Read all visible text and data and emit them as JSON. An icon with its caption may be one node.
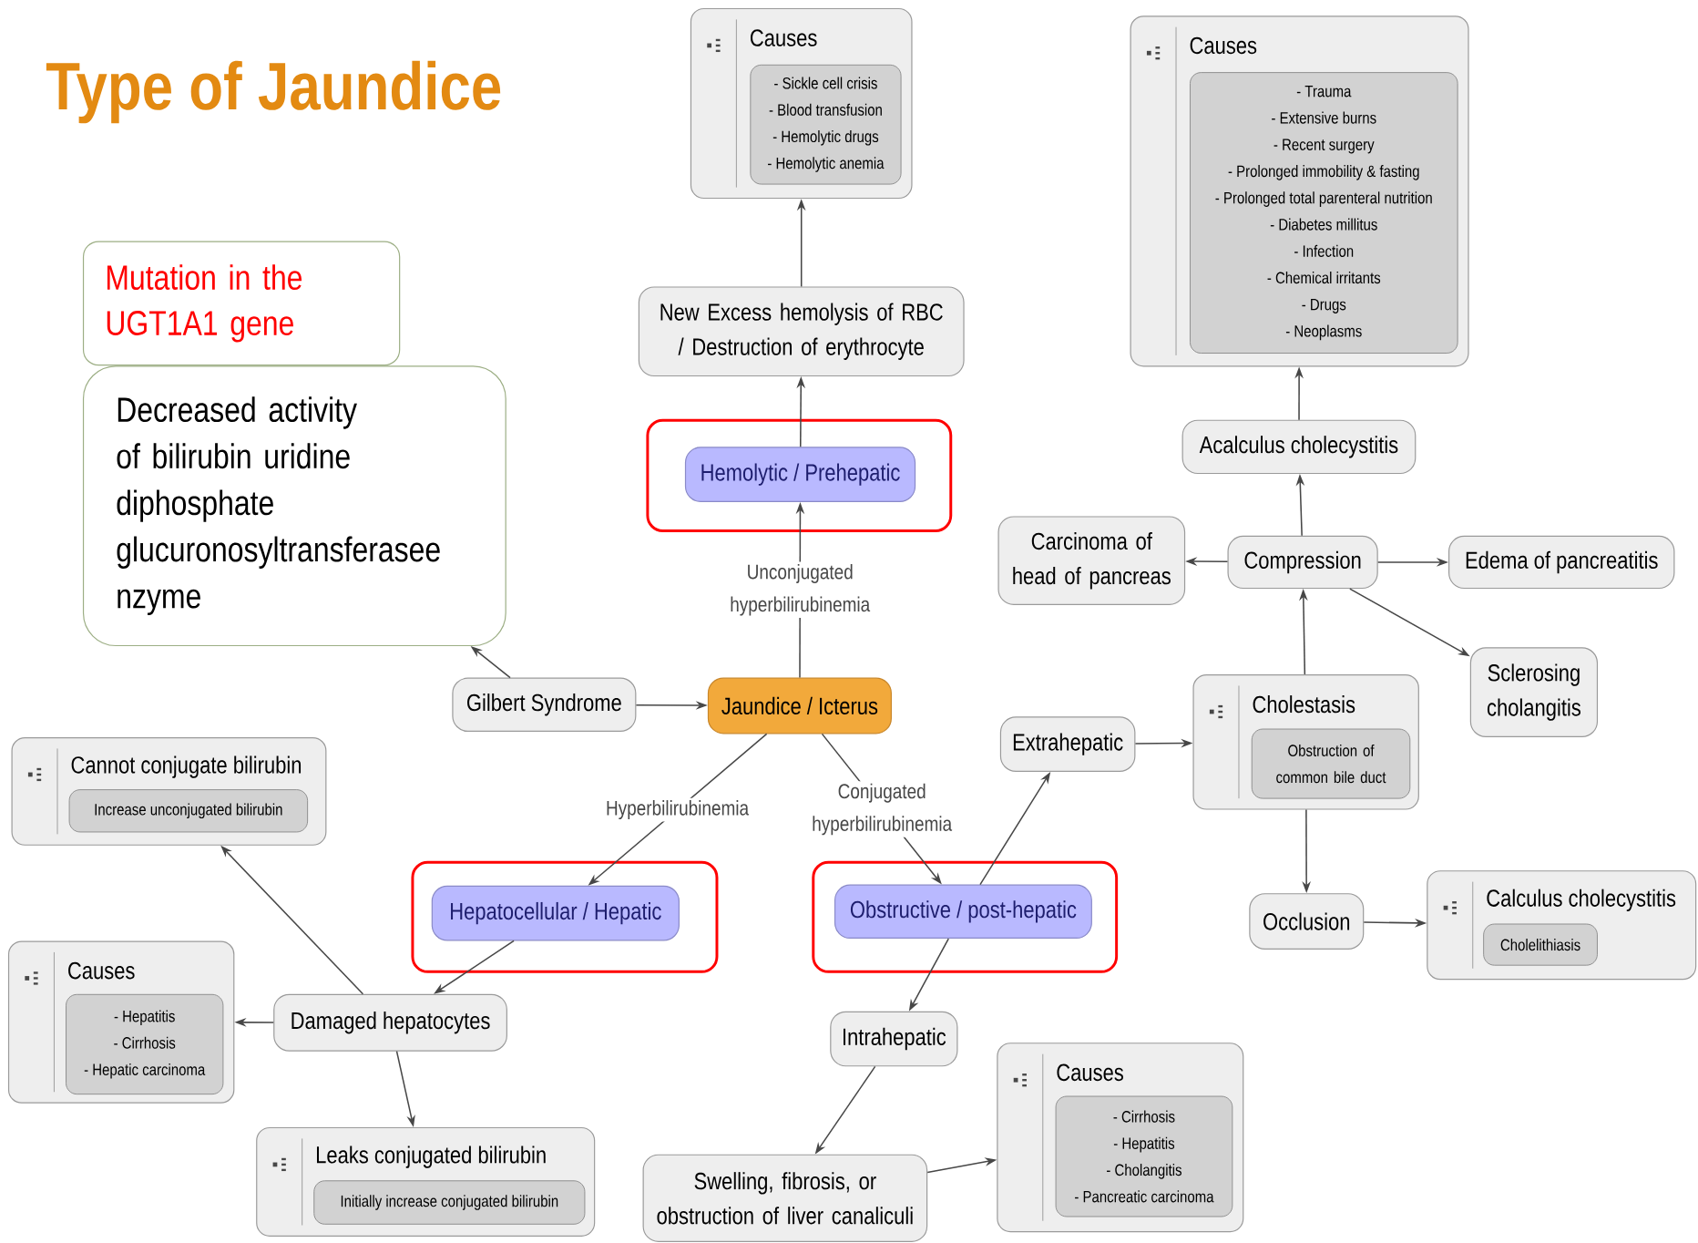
{
  "diagram": {
    "title": "Type of Jaundice",
    "nodes": [
      {
        "text": [
          "Mutation in the UGT1A1 gene"
        ]
      },
      {
        "text": [
          "Decreased activity of bilirubin uridine diphosphate glucuronosyltransferasee nzyme"
        ]
      },
      {
        "text": [
          "Causes"
        ]
      },
      {
        "text": [
          "- Sickle cell crisis",
          "- Blood transfusion",
          "- Hemolytic drugs",
          "- Hemolytic anemia"
        ],
        "in": 2
      },
      {
        "text": [
          "New Excess hemolysis of RBC / Destruction of erythrocyte"
        ]
      },
      {
        "text": [],
        "shape": "box"
      },
      {
        "text": [
          "Hemolytic / Prehepatic"
        ],
        "in": 5
      },
      {
        "text": [
          "Causes"
        ]
      },
      {
        "text": [
          "- Trauma",
          "- Extensive burns",
          "- Recent surgery",
          "- Prolonged immobility & fasting",
          "- Prolonged total parenteral nutrition",
          "- Diabetes millitus",
          "- Infection",
          "- Chemical irritants",
          "- Drugs",
          "- Neoplasms"
        ],
        "in": 7
      },
      {
        "text": [
          "Acalculus cholecystitis"
        ]
      },
      {
        "text": [
          "Carcinoma of head of pancreas"
        ]
      },
      {
        "text": [
          "Compression"
        ]
      },
      {
        "text": [
          "Edema of pancreatitis"
        ]
      },
      {
        "text": [
          "Sclerosing cholangitis"
        ]
      },
      {
        "text": [
          "Gilbert Syndrome"
        ]
      },
      {
        "text": [
          "Jaundice / Icterus"
        ]
      },
      {
        "text": [
          "Cholestasis"
        ]
      },
      {
        "text": [
          "Obstruction of common bile duct"
        ],
        "in": 16
      },
      {
        "text": [
          "Extrahepatic"
        ]
      },
      {
        "text": [
          "Cannot conjugate bilirubin"
        ]
      },
      {
        "text": [
          "Increase unconjugated bilirubin"
        ],
        "in": 19
      },
      {
        "text": [],
        "shape": "box"
      },
      {
        "text": [
          "Hepatocellular / Hepatic"
        ],
        "in": 21
      },
      {
        "text": [],
        "shape": "box"
      },
      {
        "text": [
          "Obstructive / post-hepatic"
        ],
        "in": 23
      },
      {
        "text": [
          "Occlusion"
        ]
      },
      {
        "text": [
          "Calculus cholecystitis"
        ]
      },
      {
        "text": [
          "Cholelithiasis"
        ],
        "in": 26
      },
      {
        "text": [
          "Causes"
        ]
      },
      {
        "text": [
          "- Hepatitis",
          "- Cirrhosis",
          "- Hepatic carcinoma"
        ],
        "in": 28
      },
      {
        "text": [
          "Damaged hepatocytes"
        ]
      },
      {
        "text": [
          "Intrahepatic"
        ]
      },
      {
        "text": [
          "Causes"
        ]
      },
      {
        "text": [
          "- Cirrhosis",
          "- Hepatitis",
          "- Cholangitis",
          "- Pancreatic carcinoma"
        ],
        "in": 32
      },
      {
        "text": [
          "Leaks conjugated bilirubin"
        ]
      },
      {
        "text": [
          "Initially increase conjugated bilirubin"
        ],
        "in": 34
      },
      {
        "text": [
          "Swelling, fibrosis, or obstruction of liver canaliculi"
        ]
      }
    ],
    "edges": [
      {
        "from": 4,
        "to": 2,
        "arrow": "to"
      },
      {
        "from": 6,
        "to": 4,
        "arrow": "to"
      },
      {
        "from": 15,
        "to": 6,
        "arrow": "to",
        "label": "Unconjugated hyperbilirubinemia"
      },
      {
        "from": 14,
        "to": 15,
        "arrow": "to"
      },
      {
        "from": 14,
        "to": 1,
        "arrow": "to"
      },
      {
        "from": 15,
        "to": 22,
        "arrow": "to",
        "label": "Hyperbilirubinemia"
      },
      {
        "from": 15,
        "to": 24,
        "arrow": "to",
        "label": "Conjugated hyperbilirubinemia"
      },
      {
        "from": 22,
        "to": 30,
        "arrow": "to"
      },
      {
        "from": 30,
        "to": 19,
        "arrow": "to"
      },
      {
        "from": 30,
        "to": 28,
        "arrow": "to"
      },
      {
        "from": 30,
        "to": 34,
        "arrow": "to"
      },
      {
        "from": 24,
        "to": 18,
        "arrow": "to"
      },
      {
        "from": 24,
        "to": 31,
        "arrow": "to"
      },
      {
        "from": 31,
        "to": 36,
        "arrow": "to"
      },
      {
        "from": 36,
        "to": 32,
        "arrow": "to"
      },
      {
        "from": 18,
        "to": 16,
        "arrow": "to"
      },
      {
        "from": 16,
        "to": 11,
        "arrow": "to"
      },
      {
        "from": 16,
        "to": 25,
        "arrow": "to"
      },
      {
        "from": 25,
        "to": 26,
        "arrow": "to"
      },
      {
        "from": 11,
        "to": 9,
        "arrow": "to"
      },
      {
        "from": 11,
        "to": 10,
        "arrow": "to"
      },
      {
        "from": 11,
        "to": 12,
        "arrow": "to"
      },
      {
        "from": 11,
        "to": 13,
        "arrow": "to"
      },
      {
        "from": 9,
        "to": 7,
        "arrow": "to"
      }
    ]
  }
}
